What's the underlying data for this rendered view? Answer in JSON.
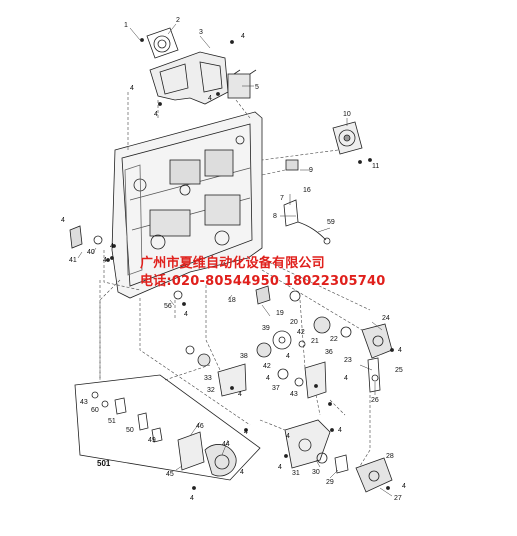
{
  "labels": [
    "1",
    "2",
    "3",
    "4",
    "4",
    "4",
    "5",
    "4",
    "10",
    "11",
    "9",
    "7",
    "16",
    "8",
    "59",
    "4",
    "41",
    "40",
    "4",
    "4",
    "18",
    "56",
    "4",
    "19",
    "20",
    "42",
    "39",
    "21",
    "22",
    "23",
    "24",
    "4",
    "25",
    "26",
    "38",
    "4",
    "42",
    "4",
    "36",
    "4",
    "33",
    "32",
    "4",
    "37",
    "43",
    "43",
    "60",
    "51",
    "50",
    "49",
    "46",
    "44",
    "4",
    "4",
    "45",
    "4",
    "501",
    "4",
    "31",
    "30",
    "28",
    "29",
    "4",
    "4",
    "27",
    "4"
  ],
  "watermark": {
    "company": "广州市夏维自动化设备有限公司",
    "phone": "电话:020-80544950 18022305740"
  }
}
